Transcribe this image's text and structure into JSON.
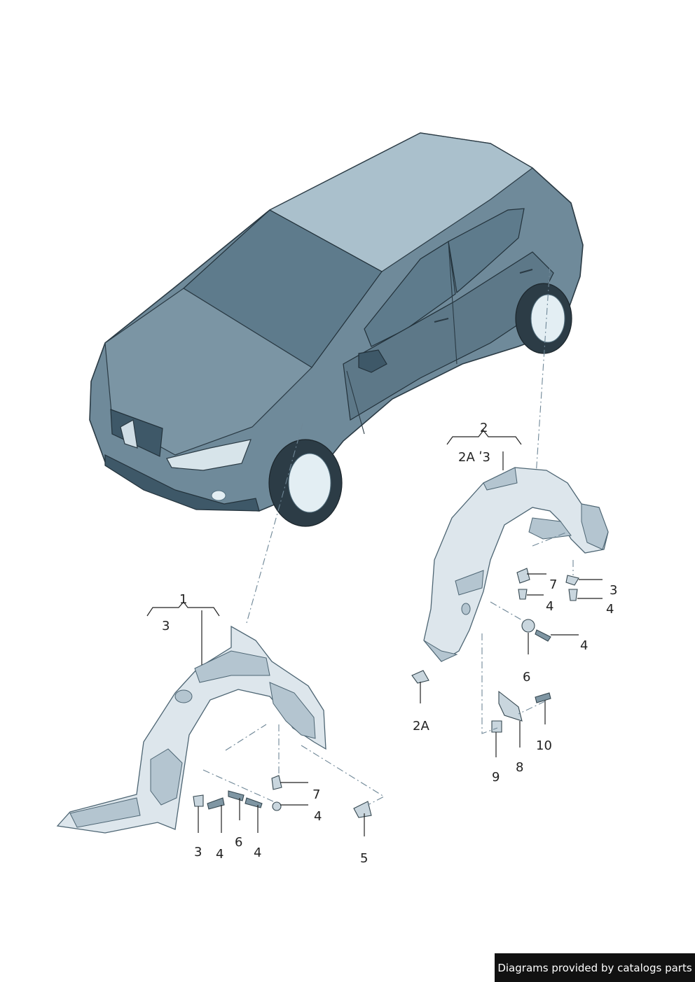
{
  "labels": {
    "l_1": "1",
    "l_3_top": "3",
    "l_2": "2",
    "l_2a3": "2A ʹ3",
    "l_7_right": "7",
    "l_3_right": "3",
    "l_4_right_a": "4",
    "l_4_right_b": "4",
    "l_4_right_c": "4",
    "l_6_right": "6",
    "l_2a": "2A",
    "l_10": "10",
    "l_8": "8",
    "l_9": "9",
    "l_7_left": "7",
    "l_4_left_a": "4",
    "l_3_bottom": "3",
    "l_4_bottom_a": "4",
    "l_6_bottom": "6",
    "l_4_bottom_b": "4",
    "l_5": "5"
  },
  "credit": "Diagrams provided by catalogs parts",
  "colors": {
    "car_body": "#6f8a9a",
    "car_glass": "#5e7b8c",
    "liner": "#dde6ec",
    "credit_bg": "#111111",
    "credit_text": "#ffffff"
  }
}
